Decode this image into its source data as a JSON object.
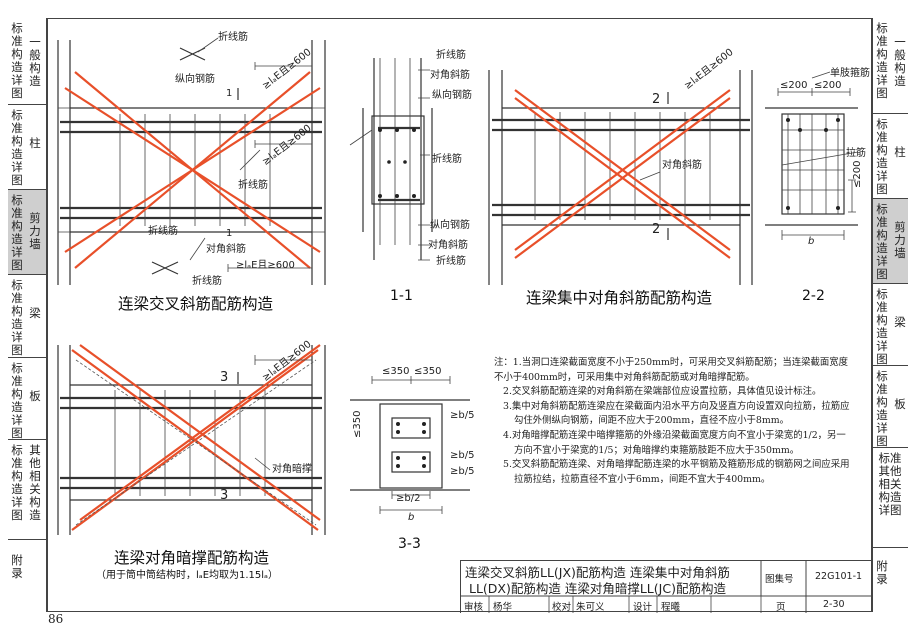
{
  "sidebar_left": [
    {
      "vertical": "标准构造详图",
      "side": "一般构造",
      "active": false
    },
    {
      "vertical": "标准构造详图",
      "side": "柱",
      "active": false
    },
    {
      "vertical": "标准构造详图",
      "side": "剪力墙",
      "active": true
    },
    {
      "vertical": "标准构造详图",
      "side": "梁",
      "active": false
    },
    {
      "vertical": "标准构造详图",
      "side": "板",
      "active": false
    },
    {
      "vertical": "标准构造详图",
      "side": "其他相关构造",
      "active": false
    },
    {
      "vertical": "附录",
      "side": "",
      "active": false
    }
  ],
  "sidebar_right": [
    {
      "vertical": "标准构造详图",
      "side": "一般构造",
      "active": false
    },
    {
      "vertical": "标准构造详图",
      "side": "柱",
      "active": false
    },
    {
      "vertical": "标准构造详图",
      "side": "剪力墙",
      "active": true
    },
    {
      "vertical": "标准构造详图",
      "side": "梁",
      "active": false
    },
    {
      "vertical": "标准构造详图",
      "side": "板",
      "active": false
    },
    {
      "vertical": "标准其他相关构造详图",
      "side": "",
      "active": false
    },
    {
      "vertical": "附录",
      "side": "",
      "active": false
    }
  ],
  "captions": {
    "fig1": "连梁交叉斜筋配筋构造",
    "fig2": "连梁集中对角斜筋配筋构造",
    "fig3": "连梁对角暗撑配筋构造",
    "fig3_note": "（用于筒中筒结构时，lₐE均取为1.15lₐ）",
    "sec11": "1-1",
    "sec22": "2-2",
    "sec33": "3-3"
  },
  "labels": {
    "fold_bar": "折线筋",
    "long_bar": "纵向钢筋",
    "diag_bar": "对角斜筋",
    "diag_strut": "对角暗撑",
    "tie_bar": "拉筋",
    "single_leg": "单肢箍筋",
    "anchor": "≥lₐE且≥600",
    "le200": "≤200",
    "le350": "≤350",
    "ge_b5": "≥b/5",
    "ge_b2": "≥b/2",
    "b": "b",
    "sec1": "1",
    "sec2": "2",
    "sec3": "3"
  },
  "notes": [
    "注：1.当洞口连梁截面宽度不小于250mm时，可采用交叉斜筋配筋；当连梁截面宽度不小于400mm时，可采用集中对角斜筋配筋或对角暗撑配筋。",
    "2.交叉斜筋配筋连梁的对角斜筋在梁端部位应设置拉筋，具体值见设计标注。",
    "3.集中对角斜筋配筋连梁应在梁截面内沿水平方向及竖直方向设置双向拉筋，拉筋应勾住外侧纵向钢筋，间距不应大于200mm，直径不应小于8mm。",
    "4.对角暗撑配筋连梁中暗撑箍筋的外缘沿梁截面宽度方向不宜小于梁宽的1/2，另一方向不宜小于梁宽的1/5；对角暗撑约束箍筋肢距不应大于350mm。",
    "5.交叉斜筋配筋连梁、对角暗撑配筋连梁的水平钢筋及箍筋形成的钢筋网之间应采用拉筋拉结，拉筋直径不宜小于6mm，间距不宜大于400mm。"
  ],
  "title_block": {
    "line1": "连梁交叉斜筋LL(JX)配筋构造 连梁集中对角斜筋",
    "line2": "LL(DX)配筋构造 连梁对角暗撑LL(JC)配筋构造",
    "atlas_label": "图集号",
    "atlas_no": "22G101-1",
    "review_label": "审核",
    "reviewer": "杨华",
    "check_label": "校对",
    "checker": "朱可义",
    "design_label": "设计",
    "designer": "程曦",
    "page_label": "页",
    "page_no": "2-30"
  },
  "page_number": "86",
  "colors": {
    "rebar_highlight": "#e8502a",
    "ink": "#222222",
    "active_tab": "#cfcfcf"
  }
}
